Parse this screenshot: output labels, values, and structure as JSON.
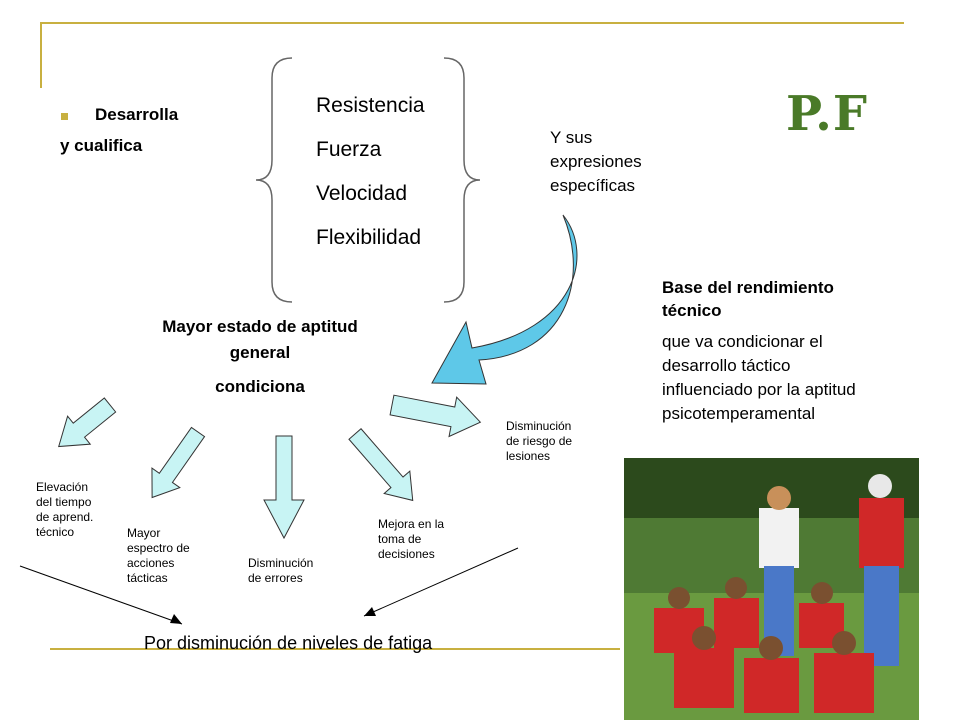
{
  "title": "P.F",
  "left_block": {
    "line1": "Desarrolla",
    "line2": "y cualifica"
  },
  "qualities": [
    "Resistencia",
    "Fuerza",
    "Velocidad",
    "Flexibilidad"
  ],
  "expressions": [
    "Y sus",
    "expresiones",
    "específicas"
  ],
  "center": {
    "line1": "Mayor estado de aptitud",
    "line2": "general",
    "line3": "condiciona"
  },
  "right_block": {
    "heading1": "Base del rendimiento",
    "heading2": "técnico",
    "body": [
      "que va condicionar el",
      "desarrollo táctico",
      "influenciado por la aptitud",
      "psicotemperamental"
    ]
  },
  "effects": {
    "tiempo": [
      "Elevación",
      "del tiempo",
      "de aprend.",
      "técnico"
    ],
    "espectro": [
      "Mayor",
      "espectro de",
      "acciones",
      "tácticas"
    ],
    "errores": [
      "Disminución",
      "de errores"
    ],
    "decisiones": [
      "Mejora en la",
      "toma de",
      "decisiones"
    ],
    "lesiones": [
      "Disminución",
      "de riesgo de",
      "lesiones"
    ]
  },
  "bottom": "Por disminución de niveles de fatiga",
  "colors": {
    "accent": "#c8b040",
    "title": "#4a7a28",
    "arrow_fill": "#c8f4f4",
    "arrow_stroke": "#333333"
  },
  "photo": {
    "icon": "football-team-photo"
  }
}
